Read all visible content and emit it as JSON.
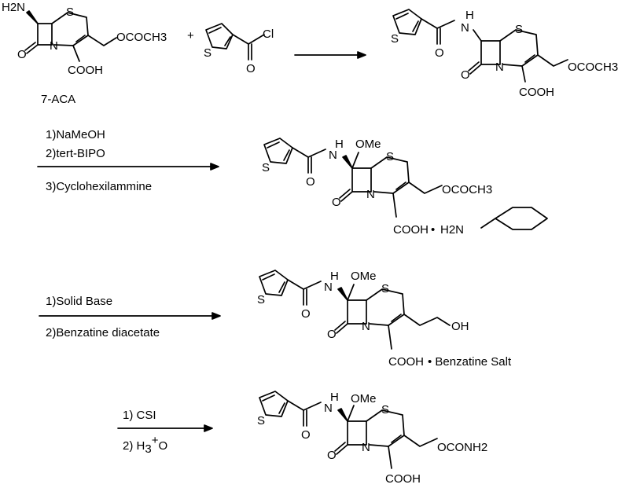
{
  "step0": {
    "reactant": {
      "amine": "H2N",
      "s": "S",
      "n": "N",
      "o": "O",
      "cooh": "COOH",
      "side": "OCOCH3",
      "name": "7-ACA"
    },
    "plus": "+",
    "reagent": {
      "s": "S",
      "o": "O",
      "cl": "Cl"
    },
    "product": {
      "s_thio": "S",
      "o_amide": "O",
      "nh": "N",
      "h": "H",
      "s": "S",
      "n": "N",
      "o": "O",
      "cooh": "COOH",
      "side": "OCOCH3"
    }
  },
  "step1": {
    "conditions": [
      "1)NaMeOH",
      "2)tert-BIPO",
      "3)Cyclohexilammine"
    ],
    "product": {
      "s_thio": "S",
      "o_amide": "O",
      "nh": "N",
      "h": "H",
      "ome": "OMe",
      "s": "S",
      "n": "N",
      "o": "O",
      "cooh": "COOH",
      "side": "OCOCH3",
      "amine": "H2N",
      "dot": "•"
    }
  },
  "step2": {
    "conditions": [
      "1)Solid Base",
      "2)Benzatine diacetate"
    ],
    "product": {
      "s_thio": "S",
      "o_amide": "O",
      "nh": "N",
      "h": "H",
      "ome": "OMe",
      "s": "S",
      "n": "N",
      "o": "O",
      "cooh": "COOH",
      "side": "OH",
      "salt": "• Benzatine Salt"
    }
  },
  "step3": {
    "conditions": [
      "1) CSI",
      "2) H3+O"
    ],
    "product": {
      "s_thio": "S",
      "o_amide": "O",
      "nh": "N",
      "h": "H",
      "ome": "OMe",
      "s": "S",
      "n": "N",
      "o": "O",
      "cooh": "COOH",
      "side": "OCONH2"
    }
  }
}
